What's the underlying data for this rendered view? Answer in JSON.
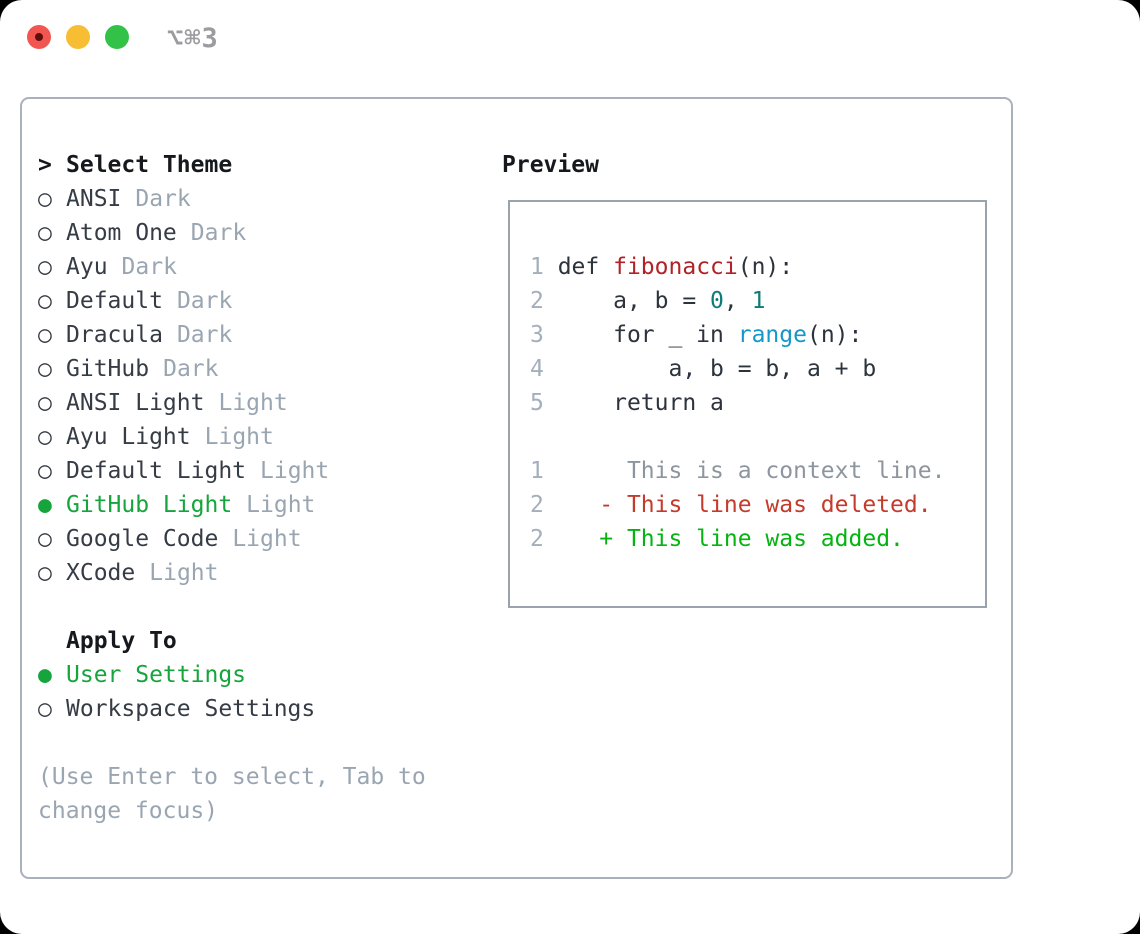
{
  "window": {
    "title": "⌥⌘3"
  },
  "theme_picker": {
    "header": {
      "prefix": ">",
      "label": "Select Theme"
    },
    "items": [
      {
        "bullet": "○",
        "name": "ANSI",
        "variant": "Dark",
        "selected": false
      },
      {
        "bullet": "○",
        "name": "Atom One",
        "variant": "Dark",
        "selected": false
      },
      {
        "bullet": "○",
        "name": "Ayu",
        "variant": "Dark",
        "selected": false
      },
      {
        "bullet": "○",
        "name": "Default",
        "variant": "Dark",
        "selected": false
      },
      {
        "bullet": "○",
        "name": "Dracula",
        "variant": "Dark",
        "selected": false
      },
      {
        "bullet": "○",
        "name": "GitHub",
        "variant": "Dark",
        "selected": false
      },
      {
        "bullet": "○",
        "name": "ANSI Light",
        "variant": "Light",
        "selected": false
      },
      {
        "bullet": "○",
        "name": "Ayu Light",
        "variant": "Light",
        "selected": false
      },
      {
        "bullet": "○",
        "name": "Default Light",
        "variant": "Light",
        "selected": false
      },
      {
        "bullet": "●",
        "name": "GitHub Light",
        "variant": "Light",
        "selected": true
      },
      {
        "bullet": "○",
        "name": "Google Code",
        "variant": "Light",
        "selected": false
      },
      {
        "bullet": "○",
        "name": "XCode",
        "variant": "Light",
        "selected": false
      }
    ],
    "apply_to": {
      "label": "Apply To",
      "options": [
        {
          "bullet": "●",
          "name": "User Settings",
          "selected": true
        },
        {
          "bullet": "○",
          "name": "Workspace Settings",
          "selected": false
        }
      ]
    },
    "help_line1": "(Use Enter to select, Tab to",
    "help_line2": "change focus)"
  },
  "preview": {
    "label": "Preview",
    "code_lines": [
      {
        "n": "1",
        "tokens": [
          {
            "t": " def "
          },
          {
            "t": "fibonacci"
          },
          {
            "t": "(n):"
          }
        ]
      },
      {
        "n": "2",
        "tokens": [
          {
            "t": "     a, b = "
          },
          {
            "t": "0"
          },
          {
            "t": ", "
          },
          {
            "t": "1"
          }
        ]
      },
      {
        "n": "3",
        "tokens": [
          {
            "t": "     for _ in "
          },
          {
            "t": "range"
          },
          {
            "t": "(n):"
          }
        ]
      },
      {
        "n": "4",
        "tokens": [
          {
            "t": "         a, b = b, a + b"
          }
        ]
      },
      {
        "n": "5",
        "tokens": [
          {
            "t": "     return a"
          }
        ]
      }
    ],
    "diff_lines": [
      {
        "n": "1",
        "text": "      This is a context line.",
        "kind": "context"
      },
      {
        "n": "2",
        "text": "    - This line was deleted.",
        "kind": "deleted"
      },
      {
        "n": "2",
        "text": "    + This line was added.",
        "kind": "added"
      }
    ]
  },
  "colors": {
    "selection_green": "#16a53c",
    "added_green": "#05b411",
    "deleted_red": "#c43a2b",
    "function_red": "#b02327",
    "number_teal": "#0d7c78",
    "builtin_blue": "#1497c9",
    "muted_gray": "#9aa5b2",
    "line_number_gray": "#a4aebc",
    "context_gray": "#8d959e",
    "text_dark": "#2c333c",
    "panel_border": "#a9b1bc",
    "preview_border": "#9aa2ac",
    "traffic_red": "#f15651",
    "traffic_yellow": "#f7bd33",
    "traffic_green": "#33c248"
  }
}
